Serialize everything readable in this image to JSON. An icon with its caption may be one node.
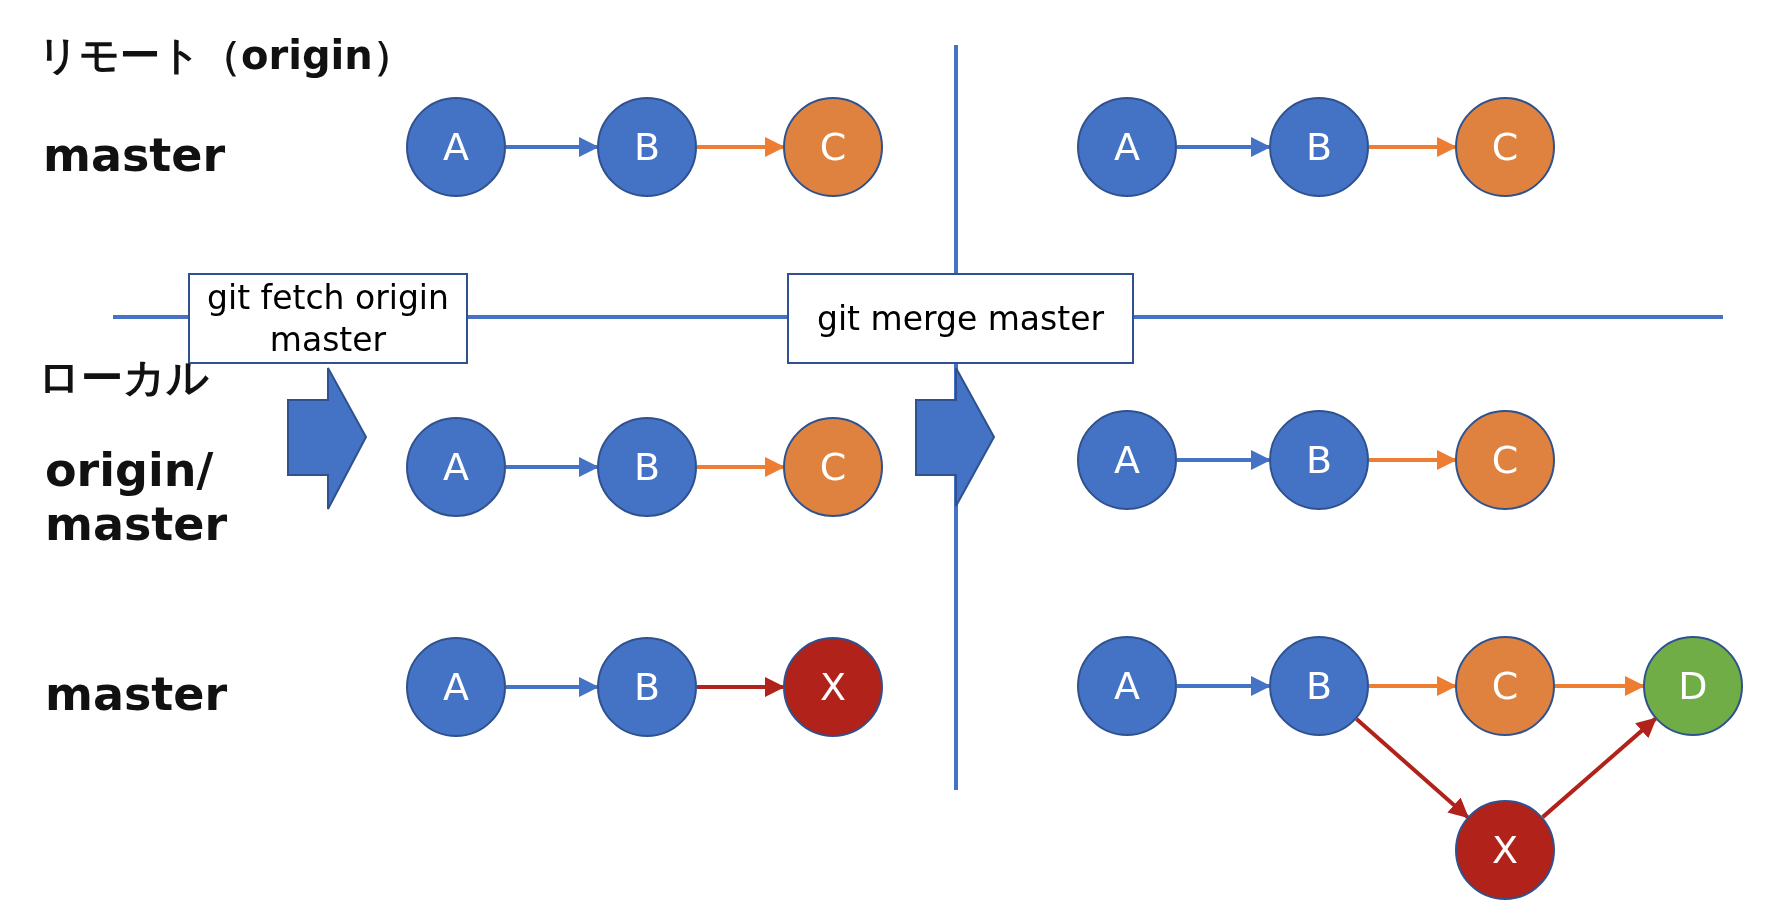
{
  "diagram": {
    "nodes": [
      {
        "text": [
          "A"
        ]
      },
      {
        "text": [
          "B"
        ]
      },
      {
        "text": [
          "C"
        ]
      },
      {
        "text": [
          "A"
        ]
      },
      {
        "text": [
          "B"
        ]
      },
      {
        "text": [
          "C"
        ]
      },
      {
        "text": [
          "git fetch origin master"
        ]
      },
      {
        "text": [
          "git merge master"
        ]
      },
      {
        "text": [
          "A"
        ]
      },
      {
        "text": [
          "B"
        ]
      },
      {
        "text": [
          "C"
        ]
      },
      {
        "text": [
          "A"
        ]
      },
      {
        "text": [
          "B"
        ]
      },
      {
        "text": [
          "C"
        ]
      },
      {
        "text": [
          "A"
        ]
      },
      {
        "text": [
          "B"
        ]
      },
      {
        "text": [
          "X"
        ]
      },
      {
        "text": [
          "A"
        ]
      },
      {
        "text": [
          "B"
        ]
      },
      {
        "text": [
          "C"
        ]
      },
      {
        "text": [
          "D"
        ]
      },
      {
        "text": [
          "X"
        ]
      }
    ],
    "edges": [
      {
        "from": 0,
        "to": 1,
        "arrow": "to",
        "color": "#4472c4"
      },
      {
        "from": 1,
        "to": 2,
        "arrow": "to",
        "color": "#ed7d31"
      },
      {
        "from": 3,
        "to": 4,
        "arrow": "to",
        "color": "#4472c4"
      },
      {
        "from": 4,
        "to": 5,
        "arrow": "to",
        "color": "#ed7d31"
      },
      {
        "from": 8,
        "to": 9,
        "arrow": "to",
        "color": "#4472c4"
      },
      {
        "from": 9,
        "to": 10,
        "arrow": "to",
        "color": "#ed7d31"
      },
      {
        "from": 11,
        "to": 12,
        "arrow": "to",
        "color": "#4472c4"
      },
      {
        "from": 12,
        "to": 13,
        "arrow": "to",
        "color": "#ed7d31"
      },
      {
        "from": 14,
        "to": 15,
        "arrow": "to",
        "color": "#4472c4"
      },
      {
        "from": 15,
        "to": 16,
        "arrow": "to",
        "color": "#b0221a"
      },
      {
        "from": 17,
        "to": 18,
        "arrow": "to",
        "color": "#4472c4"
      },
      {
        "from": 18,
        "to": 19,
        "arrow": "to",
        "color": "#ed7d31"
      },
      {
        "from": 19,
        "to": 20,
        "arrow": "to",
        "color": "#ed7d31"
      },
      {
        "from": 18,
        "to": 21,
        "arrow": "to",
        "color": "#b0221a"
      },
      {
        "from": 21,
        "to": 20,
        "arrow": "to",
        "color": "#b0221a"
      }
    ],
    "labels": [
      "リモート（origin）",
      "master",
      "ローカル",
      "origin/ master",
      "master"
    ]
  }
}
